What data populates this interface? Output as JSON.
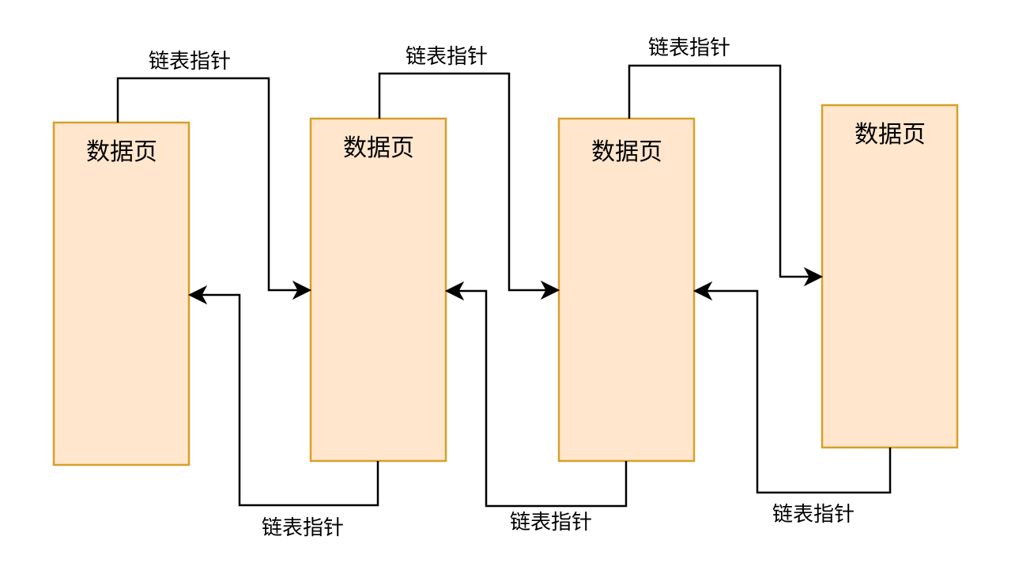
{
  "pages": [
    {
      "label": "数据页"
    },
    {
      "label": "数据页"
    },
    {
      "label": "数据页"
    },
    {
      "label": "数据页"
    }
  ],
  "pointers": [
    {
      "label": "链表指针",
      "direction": "forward"
    },
    {
      "label": "链表指针",
      "direction": "forward"
    },
    {
      "label": "链表指针",
      "direction": "forward"
    },
    {
      "label": "链表指针",
      "direction": "backward"
    },
    {
      "label": "链表指针",
      "direction": "backward"
    },
    {
      "label": "链表指针",
      "direction": "backward"
    }
  ],
  "colors": {
    "page_fill": "#ffe6cc",
    "page_stroke": "#d6a02a",
    "connector": "#000000"
  }
}
